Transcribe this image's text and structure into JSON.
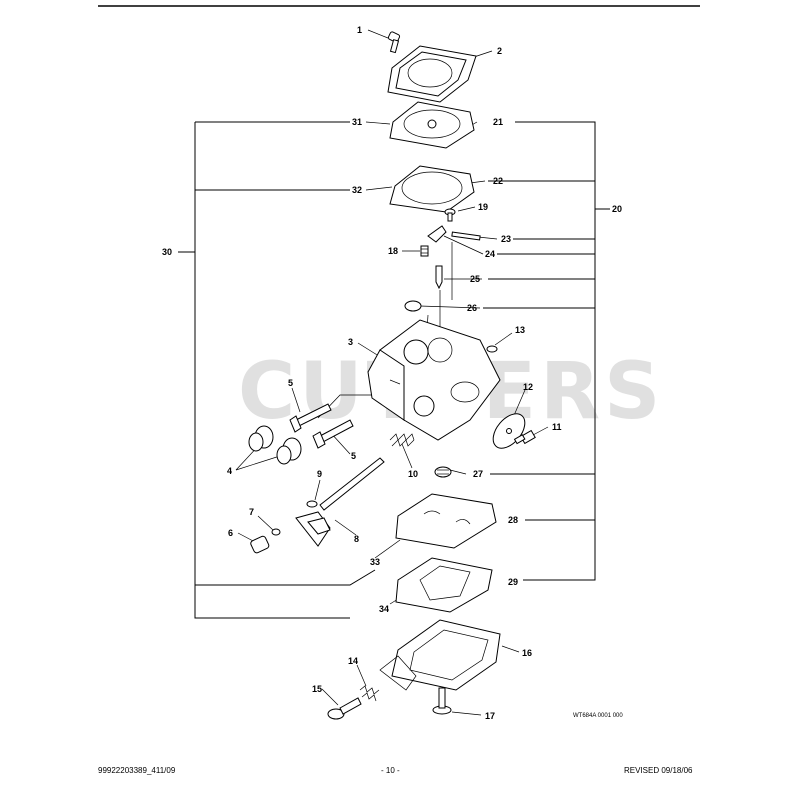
{
  "watermark": "CUTTERS",
  "drawing_code": "WT684A 0001 000",
  "footer": {
    "left": "99922203389_411/09",
    "center": "- 10 -",
    "right": "REVISED 09/18/06"
  },
  "callouts": {
    "c1": "1",
    "c2": "2",
    "c3": "3",
    "c4": "4",
    "c5a": "5",
    "c5b": "5",
    "c6": "6",
    "c7": "7",
    "c8": "8",
    "c9": "9",
    "c10": "10",
    "c11": "11",
    "c12": "12",
    "c13": "13",
    "c14": "14",
    "c15": "15",
    "c16": "16",
    "c17": "17",
    "c18": "18",
    "c19": "19",
    "c20": "20",
    "c21": "21",
    "c22": "22",
    "c23": "23",
    "c24": "24",
    "c25": "25",
    "c26": "26",
    "c27": "27",
    "c28": "28",
    "c29": "29",
    "c30": "30",
    "c31": "31",
    "c32": "32",
    "c33": "33",
    "c34": "34"
  },
  "colors": {
    "ink": "#000000",
    "watermark": "#c8c8c8",
    "background": "#ffffff"
  }
}
